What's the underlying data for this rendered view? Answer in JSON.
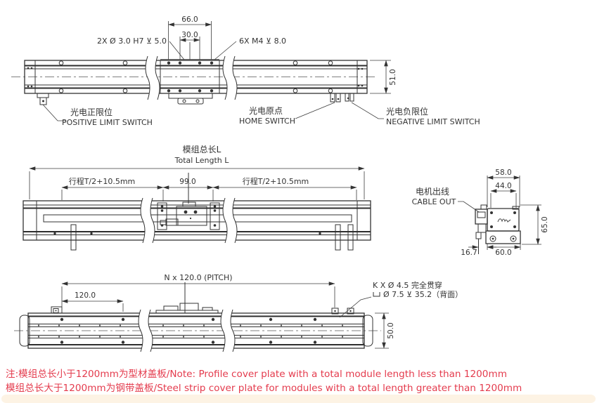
{
  "colors": {
    "line": "#333333",
    "note_red": "#e43b4d",
    "footer_bar": "#fdf3e4"
  },
  "top_view": {
    "label_dowel": "2X Ø 3.0 H7 ⊻ 5.0",
    "dim_66": "66.0",
    "dim_30": "30.0",
    "label_tap": "6X M4 ⊻ 8.0",
    "dim_51": "51.0",
    "positive_cn": "光电正限位",
    "positive_en": "POSITIVE LIMIT SWITCH",
    "home_cn": "光电原点",
    "home_en": "HOME SWITCH",
    "negative_cn": "光电负限位",
    "negative_en": "NEGATIVE LIMIT SWITCH"
  },
  "front_view": {
    "total_cn": "模组总长L",
    "total_en": "Total Length L",
    "stroke_left": "行程T/2+10.5mm",
    "dim_99": "99.0",
    "stroke_right": "行程T/2+10.5mm"
  },
  "end_view": {
    "cable_cn": "电机出线",
    "cable_en": "CABLE OUT",
    "dim_58": "58.0",
    "dim_44": "44.0",
    "dim_65": "65.0",
    "dim_167": "16.7",
    "dim_60": "60.0"
  },
  "bottom_view": {
    "dim_pitch": "N x 120.0 (PITCH)",
    "dim_120": "120.0",
    "dim_50": "50.0",
    "hole_line1": "K X Ø 4.5 完全贯穿",
    "hole_line2": "Ø 7.5 ⊻ 35.2（背面）"
  },
  "notes": {
    "line1": "注:模组总长小于1200mm为型材盖板/Note: Profile cover plate with a total module length less than 1200mm",
    "line2": "模组总长大于1200mm为钢带盖板/Steel strip cover plate for modules with a total length greater than 1200mm"
  }
}
